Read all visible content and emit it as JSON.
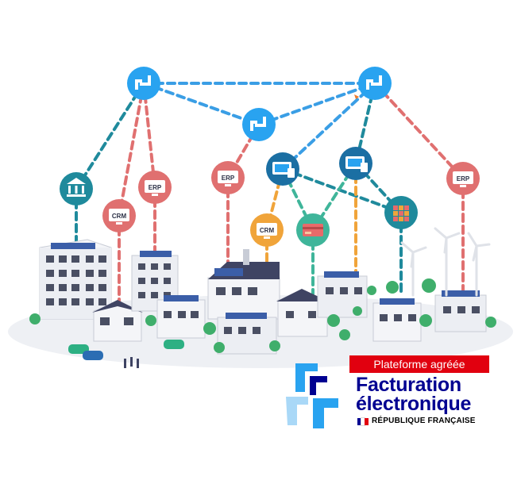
{
  "nodes": {
    "crm_label": "CRM",
    "erp_label": "ERP"
  },
  "brand": {
    "badge": "Plateforme agréée",
    "title_line1": "Facturation",
    "title_line2": "électronique",
    "republic": "RÉPUBLIQUE FRANÇAISE"
  },
  "colors": {
    "platform": "#29a3f0",
    "bank": "#1f8a9c",
    "erp": "#e07070",
    "crm": "#f0a43a",
    "software": "#1b6fa3",
    "payment": "#3fb59a",
    "marketplace": "#1f8a9c",
    "link_blue": "#3a9ee5",
    "link_teal": "#1f8a9c",
    "link_red": "#e07070",
    "link_orange": "#f0a43a",
    "brand_blue": "#000091",
    "brand_red": "#e1000f"
  }
}
